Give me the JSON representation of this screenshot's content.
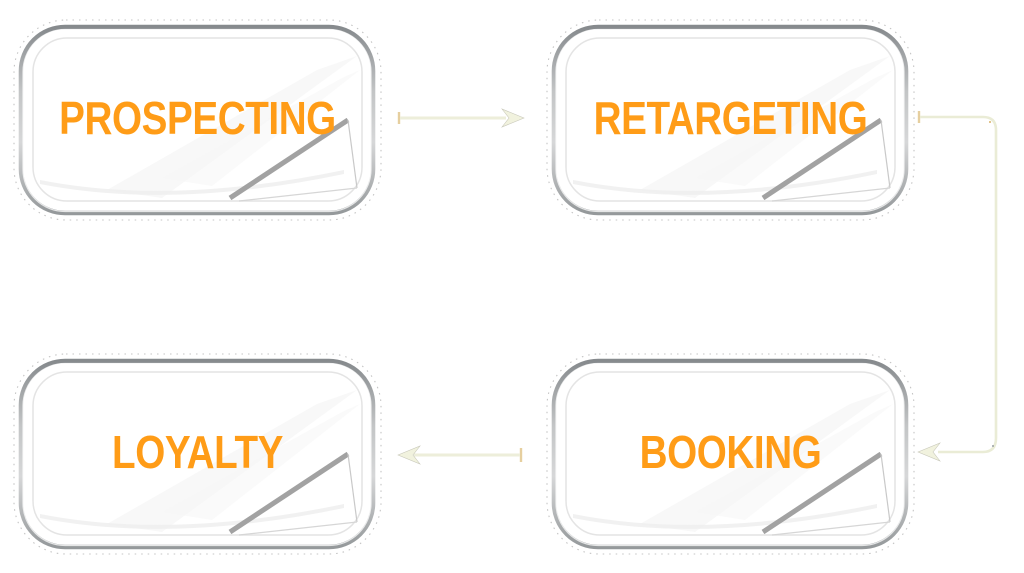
{
  "diagram": {
    "type": "cycle-flow",
    "nodes": [
      {
        "id": "prospecting",
        "label": "PROSPECTING"
      },
      {
        "id": "retargeting",
        "label": "RETARGETING"
      },
      {
        "id": "booking",
        "label": "BOOKING"
      },
      {
        "id": "loyalty",
        "label": "LOYALTY"
      }
    ],
    "connections": [
      {
        "from": "prospecting",
        "to": "retargeting",
        "shape": "straight-right-arrow"
      },
      {
        "from": "retargeting",
        "to": "booking",
        "shape": "right-down-left-elbow-arrow"
      },
      {
        "from": "booking",
        "to": "loyalty",
        "shape": "straight-left-arrow"
      }
    ]
  },
  "colors": {
    "accent": "#FF9C17",
    "connector": "#EDEEDA",
    "arrowhead": "#F1F2DE",
    "tick": "#E6CF9F",
    "frame-dark": "#868A8D",
    "frame-light": "#D6D7D8",
    "triangle": "#A2A2A2",
    "bg": "#FFFFFF"
  }
}
